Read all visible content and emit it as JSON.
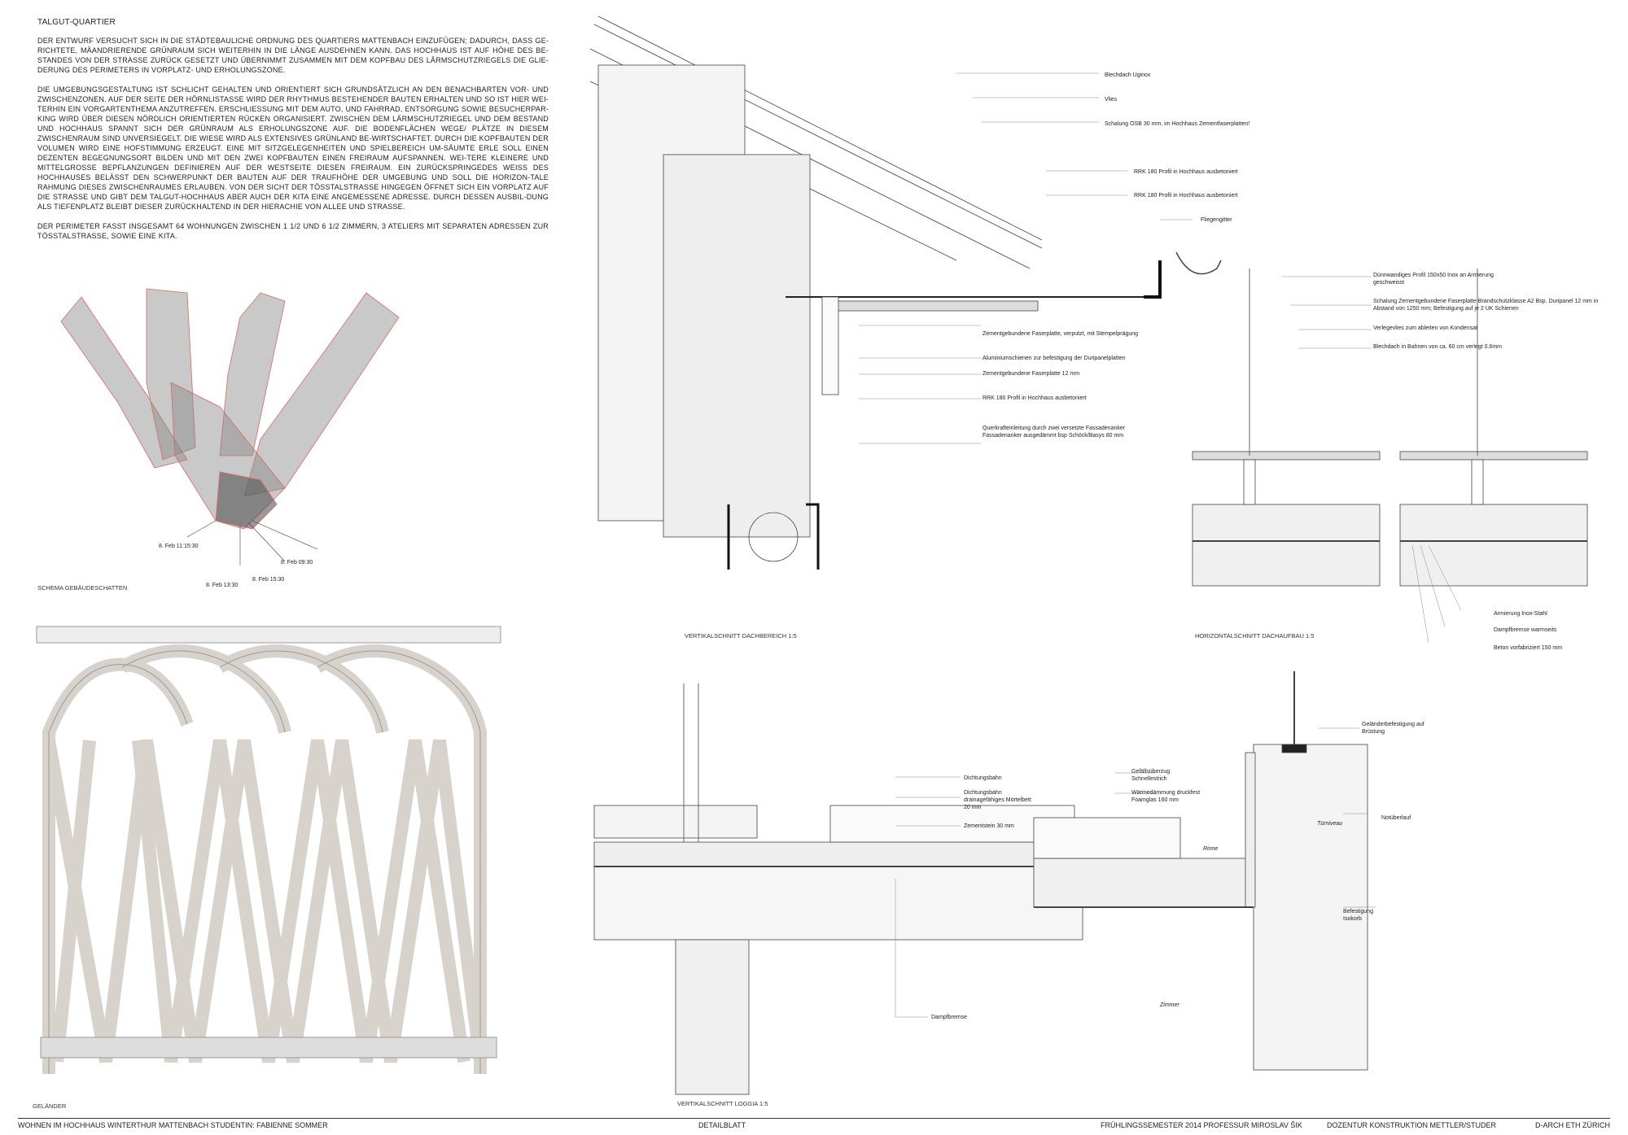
{
  "header": {
    "title": "TALGUT-QUARTIER",
    "paragraphs": [
      "DER ENTWURF VERSUCHT SICH IN DIE STÄDTEBAULICHE ORDNUNG DES QUARTIERS MATTENBACH EINZUFÜGEN; DADURCH, DASS GE-RICHTETE, MÄANDRIERENDE GRÜNRAUM SICH WEITERHIN IN DIE LÄNGE AUSDEHNEN KANN. DAS HOCHHAUS IST AUF HÖHE DES BE-STANDES VON DER STRASSE ZURÜCK GESETZT UND ÜBERNIMMT ZUSAMMEN MIT DEM KOPFBAU DES LÄRMSCHUTZRIEGELS DIE GLIE-DERUNG DES PERIMETERS IN VORPLATZ- UND ERHOLUNGSZONE.",
      "DIE UMGEBUNGSGESTALTUNG IST SCHLICHT GEHALTEN UND ORIENTIERT SICH GRUNDSÄTZLICH AN DEN BENACHBARTEN VOR- UND ZWISCHENZONEN. AUF DER SEITE DER HÖRNLISTASSE WIRD DER RHYTHMUS BESTEHENDER BAUTEN ERHALTEN UND SO IST HIER WEI-TERHIN EIN VORGARTENTHEMA ANZUTREFFEN. ERSCHLIESSUNG MIT DEM AUTO, UND FAHRRAD, ENTSORGUNG SOWIE BESUCHERPAR-KING WIRD ÜBER DIESEN NÖRDLICH ORIENTIERTEN RÜCKEN ORGANISIERT. ZWISCHEN DEM LÄRMSCHUTZRIEGEL UND DEM BESTAND UND HOCHHAUS SPANNT SICH DER GRÜNRAUM ALS ERHOLUNGSZONE AUF. DIE BODENFLÄCHEN WEGE/ PLÄTZE IN DIESEM ZWISCHENRAUM SIND UNVERSIEGELT. DIE WIESE WIRD ALS EXTENSIVES GRÜNLAND BE-WIRTSCHAFTET. DURCH DIE KOPFBAUTEN DER VOLUMEN WIRD EINE HOFSTIMMUNG ERZEUGT. EINE MIT SITZGELEGENHEITEN UND SPIELBEREICH UM-SÄUMTE ERLE SOLL EINEN DEZENTEN BEGEGNUNGSORT BILDEN UND MIT DEN ZWEI KOPFBAUTEN EINEN FREIRAUM AUFSPANNEN. WEI-TERE KLEINERE UND MITTELGROSSE BEPFLANZUNGEN DEFINIEREN AUF DER WESTSEITE DIESEN FREIRAUM. EIN ZURÜCKSPRINGEDES WEISS DES HOCHHAUSES BELÄSST DEN SCHWERPUNKT DER BAUTEN AUF DER TRAUFHÖHE DER UMGEBUNG UND SOLL DIE HORIZON-TALE RAHMUNG DIESES ZWISCHENRAUMES ERLAUBEN. VON DER SICHT DER TÖSSTALSTRASSE HINGEGEN ÖFFNET SICH EIN VORPLATZ AUF DIE STRASSE UND GIBT DEM TALGUT-HOCHHAUS ABER AUCH DER KITA EINE ANGEMESSENE ADRESSE. DURCH DESSEN AUSBIL-DUNG ALS TIEFENPLATZ BLEIBT DIESER ZURÜCKHALTEND IN DER HIERACHIE VON ALLEE UND STRASSE.",
      "DER PERIMETER FASST INSGESAMT 64 WOHNUNGEN ZWISCHEN 1 1/2 UND 6 1/2 ZIMMERN, 3 ATELIERS MIT SEPARATEN ADRESSEN ZUR TÖSSTALSTRASSE, SOWIE EINE KITA."
    ]
  },
  "shadow_diagram": {
    "caption": "SCHEMA GEBÄUDESCHATTEN",
    "time_labels": [
      "8. Feb 11:15:30",
      "8. Feb 09:30",
      "8. Feb 13:30",
      "8. Feb 15:30"
    ]
  },
  "railing": {
    "caption": "GELÄNDER"
  },
  "roof_section": {
    "caption": "VERTIKALSCHNITT DACHBEREICH 1:5",
    "annotations": [
      "Blechdach Uginox",
      "Vlies",
      "Schalung OSB 30 mm, im Hochhaus Zementfaserplatten!",
      "RRK 180 Profil in Hochhaus ausbetoniert",
      "RRK 180 Profil in Hochhaus ausbetoniert",
      "Fliegengitter",
      "Zementgebundene Faserplatte, verputzt, mit Stempelprägung",
      "Aluminiumschienen zur befestigung der Duripanelplatten",
      "Zementgebundene Faserplatte 12 mm",
      "RRK 180 Profil in Hochhaus ausbetoniert",
      "Querkrafteinleitung durch zwei versetzte Fassadenanker Fassadenanker ausgedämmt bsp Schöck/Basys 80 mm"
    ]
  },
  "roof_horizontal": {
    "caption": "HORIZONTALSCHNITT DACHAUFBAU 1:5",
    "annotations": [
      "Dünnwandiges Profil 150x50 Inox an Armierung geschweisst",
      "Schalung Zementgebundene Faserplatte Brandschutzklasse A2 Bsp. Duripanel 12 mm in Abstand von 1250 mm; Befestigung auf je 2 UK Schienen",
      "Verlegevlies zum ableiten von Kondensat",
      "Blechdach in Bahnen von ca. 60 cm verlegt 0.6mm",
      "Armierung Inox-Stahl",
      "Dampfbremse warmseits",
      "Beton vorfabriziert 150 mm"
    ]
  },
  "loggia_section": {
    "caption": "VERTIKALSCHNITT LOGGIA 1:5",
    "annotations": [
      "Dichtungsbahn",
      "Dichtungsbahn drainagefähiges Mörtelbett 20 mm",
      "Zementstein 30 mm",
      "Dampfbremse"
    ]
  },
  "balcony_section": {
    "annotations": [
      "Gefällsüberzug Schnellestrich",
      "Wärmedämmung druckfest Foamglas 160 mm",
      "Geländerbefestigung auf Brüstung",
      "Notüberlauf",
      "Befestigung Isokorb"
    ],
    "italic_labels": [
      "Rinne",
      "Türniveau",
      "Zimmer"
    ]
  },
  "footer": {
    "left": "WOHNEN IM HOCHHAUS WINTERTHUR MATTENBACH STUDENTIN: FABIENNE SOMMER",
    "center": "DETAILBLATT",
    "semester": "FRÜHLINGSSEMESTER 2014 PROFESSUR MIROSLAV ŠIK",
    "docentur": "DOZENTUR KONSTRUKTION METTLER/STUDER",
    "right": "D-ARCH ETH ZÜRICH"
  }
}
